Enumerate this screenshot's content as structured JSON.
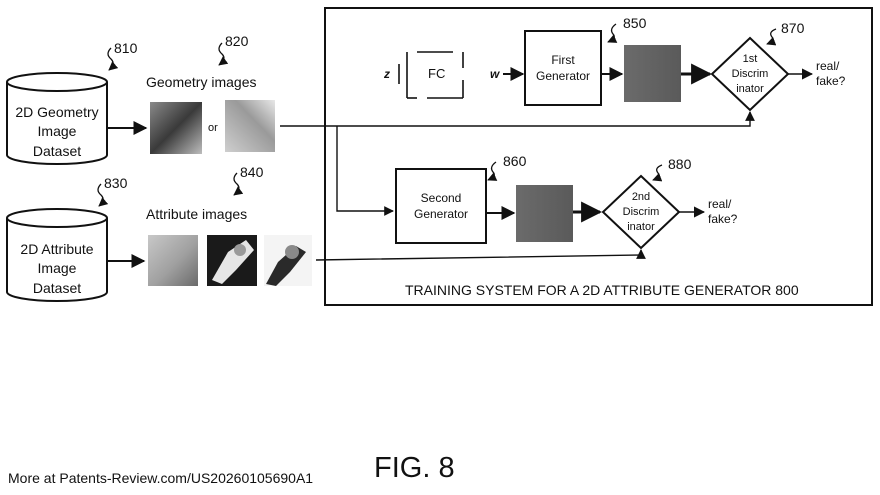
{
  "diagram": {
    "ref_810": "810",
    "ref_820": "820",
    "ref_830": "830",
    "ref_840": "840",
    "ref_850": "850",
    "ref_860": "860",
    "ref_870": "870",
    "ref_880": "880",
    "geometry_dataset": [
      "2D Geometry",
      "Image",
      "Dataset"
    ],
    "attribute_dataset": [
      "2D Attribute",
      "Image",
      "Dataset"
    ],
    "geometry_images_label": "Geometry images",
    "attribute_images_label": "Attribute images",
    "or_label": "or",
    "z_label": "z",
    "fc_label": "FC",
    "w_label": "w",
    "first_generator": [
      "First",
      "Generator"
    ],
    "second_generator": [
      "Second",
      "Generator"
    ],
    "first_discriminator": [
      "1st",
      "Discrim",
      "inator"
    ],
    "second_discriminator": [
      "2nd",
      "Discrim",
      "inator"
    ],
    "real_fake_1": [
      "real/",
      "fake?"
    ],
    "real_fake_2": [
      "real/",
      "fake?"
    ],
    "system_title": "TRAINING SYSTEM FOR A 2D ATTRIBUTE GENERATOR 800"
  },
  "figure_label": "FIG. 8",
  "footer": "More at Patents-Review.com/US20260105690A1"
}
